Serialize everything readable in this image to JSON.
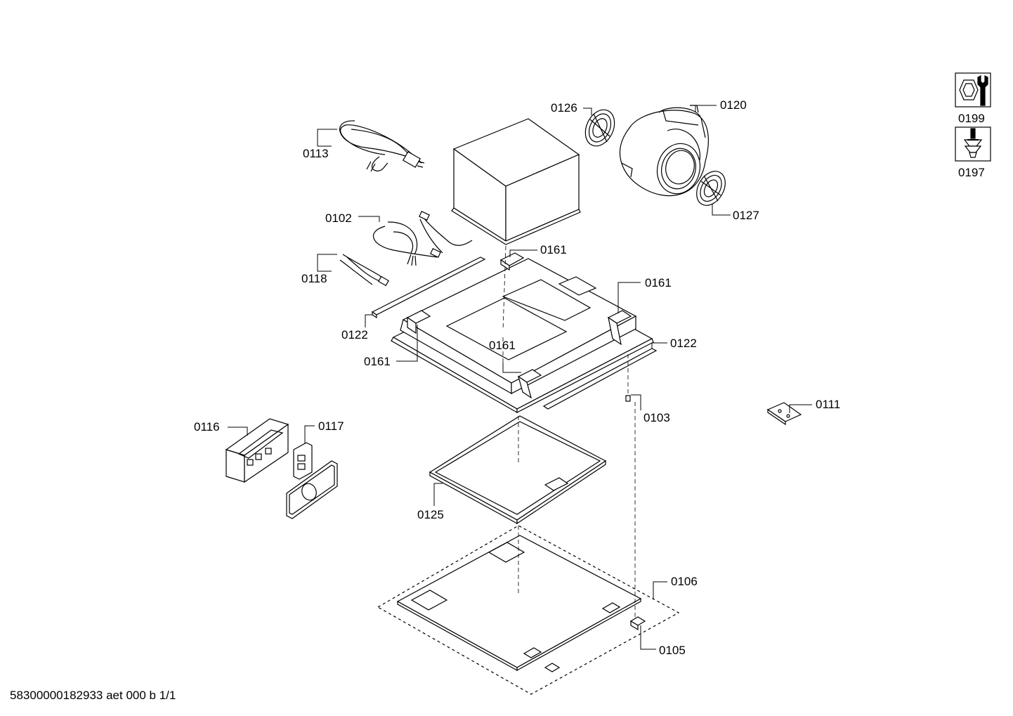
{
  "document_code": "58300000182933 aet 000 b 1/1",
  "part_labels": {
    "p0113": "0113",
    "p0102": "0102",
    "p0118": "0118",
    "p0122a": "0122",
    "p0122b": "0122",
    "p0126": "0126",
    "p0120": "0120",
    "p0127": "0127",
    "p0161a": "0161",
    "p0161b": "0161",
    "p0161c": "0161",
    "p0161d": "0161",
    "p0103": "0103",
    "p0111": "0111",
    "p0116": "0116",
    "p0117": "0117",
    "p0125": "0125",
    "p0106": "0106",
    "p0105": "0105"
  },
  "legend": {
    "tools": "0199",
    "screws": "0197"
  },
  "icons": {
    "tools": "wrench-nut-icon",
    "screws": "screw-icon"
  }
}
